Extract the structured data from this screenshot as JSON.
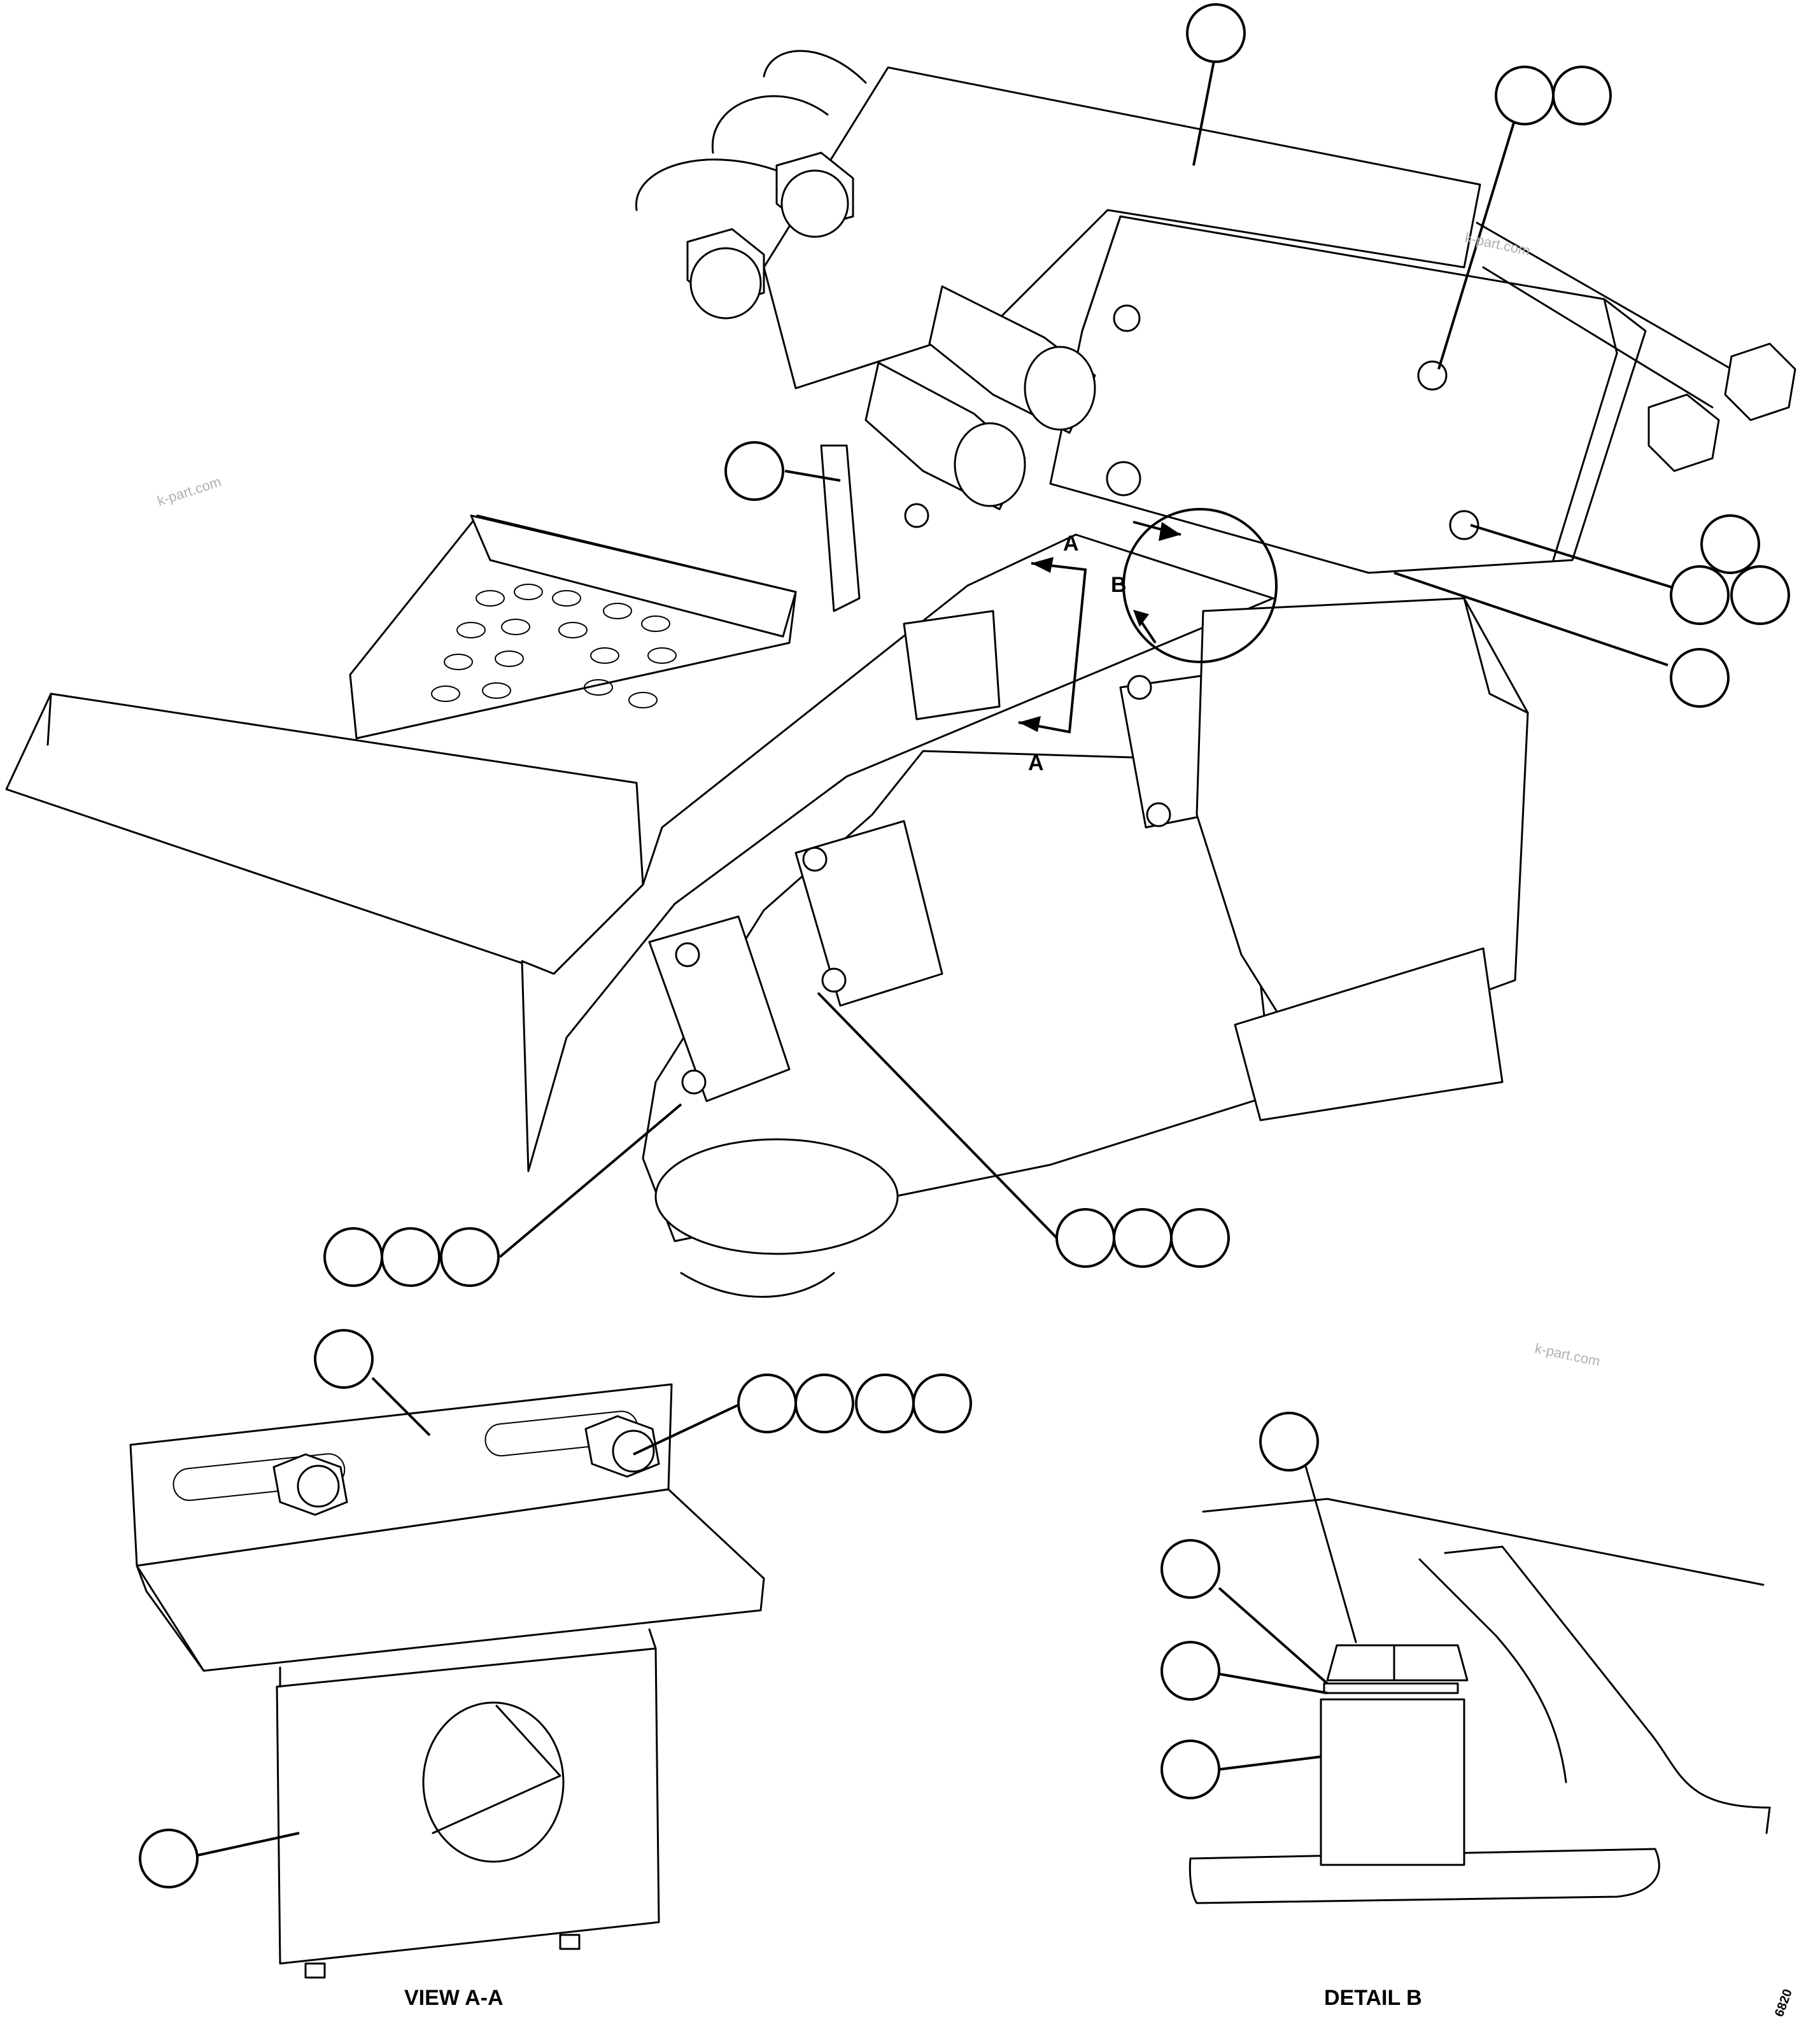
{
  "labels": {
    "view_aa": "VIEW A-A",
    "detail_b": "DETAIL B",
    "section_a": "A",
    "section_b": "B",
    "figure_code": "6820"
  },
  "watermark": "k-part.com",
  "colors": {
    "line": "#000000",
    "background": "#ffffff",
    "watermark": "#b0b0b0"
  }
}
